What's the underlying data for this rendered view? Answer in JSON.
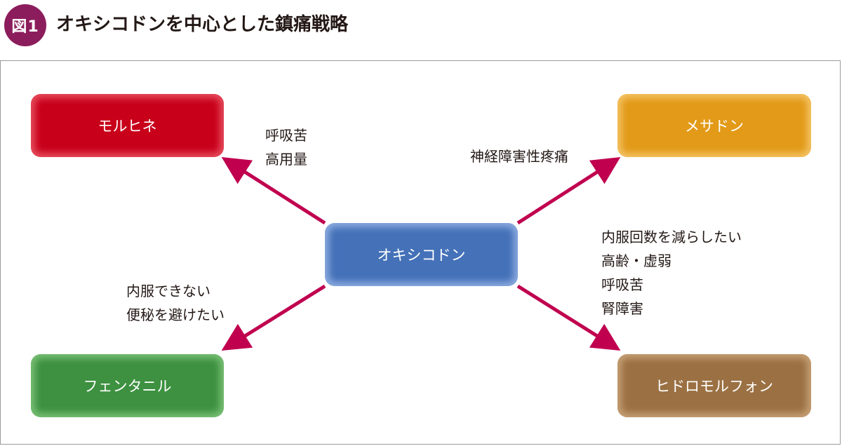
{
  "header": {
    "figure_label": "図1",
    "title": "オキシコドンを中心とした鎮痛戦略"
  },
  "nodes": {
    "center": "オキシコドン",
    "morphine": "モルヒネ",
    "methadone": "メサドン",
    "fentanyl": "フェンタニル",
    "hydromorphone": "ヒドロモルフォン"
  },
  "labels": {
    "morphine": [
      "呼吸苦",
      "高用量"
    ],
    "methadone": [
      "神経障害性疼痛"
    ],
    "hydromorphone": [
      "内服回数を減らしたい",
      "高齢・虚弱",
      "呼吸苦",
      "腎障害"
    ],
    "fentanyl": [
      "内服できない",
      "便秘を避けたい"
    ]
  },
  "colors": {
    "badge": "#8c1d5c",
    "arrow": "#c0004f",
    "morphine": "#c8001a",
    "methadone": "#e29a18",
    "center": "#4471b8",
    "fentanyl": "#3d9140",
    "hydromorphone": "#9b7143"
  }
}
